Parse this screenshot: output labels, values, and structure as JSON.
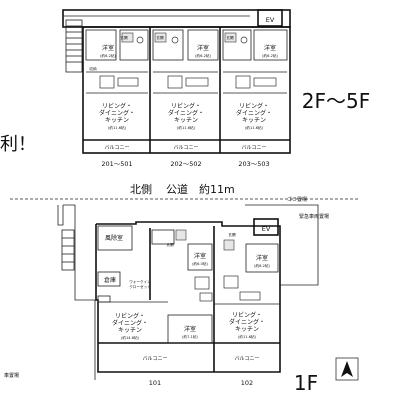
{
  "upper_plan": {
    "floor_label": "2F～5F",
    "ev_label": "EV",
    "partial_text": "利！",
    "units": [
      {
        "number": "201～501",
        "bedroom": "洋室",
        "bedroom_size": "(約6.2帖)",
        "ldk": [
          "リビング・",
          "ダイニング・",
          "キッチン"
        ],
        "ldk_size": "(約11.6帖)",
        "balcony": "バルコニー"
      },
      {
        "number": "202～502",
        "bedroom": "洋室",
        "bedroom_size": "(約6.2帖)",
        "ldk": [
          "リビング・",
          "ダイニング・",
          "キッチン"
        ],
        "ldk_size": "(約11.6帖)",
        "balcony": "バルコニー"
      },
      {
        "number": "203～503",
        "bedroom": "洋室",
        "bedroom_size": "(約6.2帖)",
        "ldk": [
          "リビング・",
          "ダイニング・",
          "キッチン"
        ],
        "ldk_size": "(約11.6帖)",
        "balcony": "バルコニー"
      }
    ],
    "small_labels": [
      "玄関",
      "収納"
    ]
  },
  "street": {
    "side": "北側",
    "road": "公道",
    "width": "約11m"
  },
  "ground_plan": {
    "floor_label": "1F",
    "ev_label": "EV",
    "garbage": "ゴミ置場",
    "emergency_parking": "緊急車両置場",
    "wind_room": "風除室",
    "storage": "倉庫",
    "walk_in": [
      "ウォークイン",
      "クローゼット"
    ],
    "parking_fragment": "車置場",
    "units": [
      {
        "number": "101",
        "ldk": [
          "リビング・",
          "ダイニング・",
          "キッチン"
        ],
        "ldk_size": "(約14.8帖)",
        "bedroom": "洋室",
        "bedroom2": "洋室",
        "bedroom_size": "(約6.0帖)",
        "bedroom2_size": "(約7.1帖)",
        "balcony": "バルコニー"
      },
      {
        "number": "102",
        "ldk": [
          "リビング・",
          "ダイニング・",
          "キッチン"
        ],
        "ldk_size": "(約11.6帖)",
        "bedroom": "洋室",
        "bedroom_size": "(約6.2帖)",
        "balcony": "バルコニー"
      }
    ],
    "small_labels": [
      "玄関",
      "収納"
    ]
  }
}
